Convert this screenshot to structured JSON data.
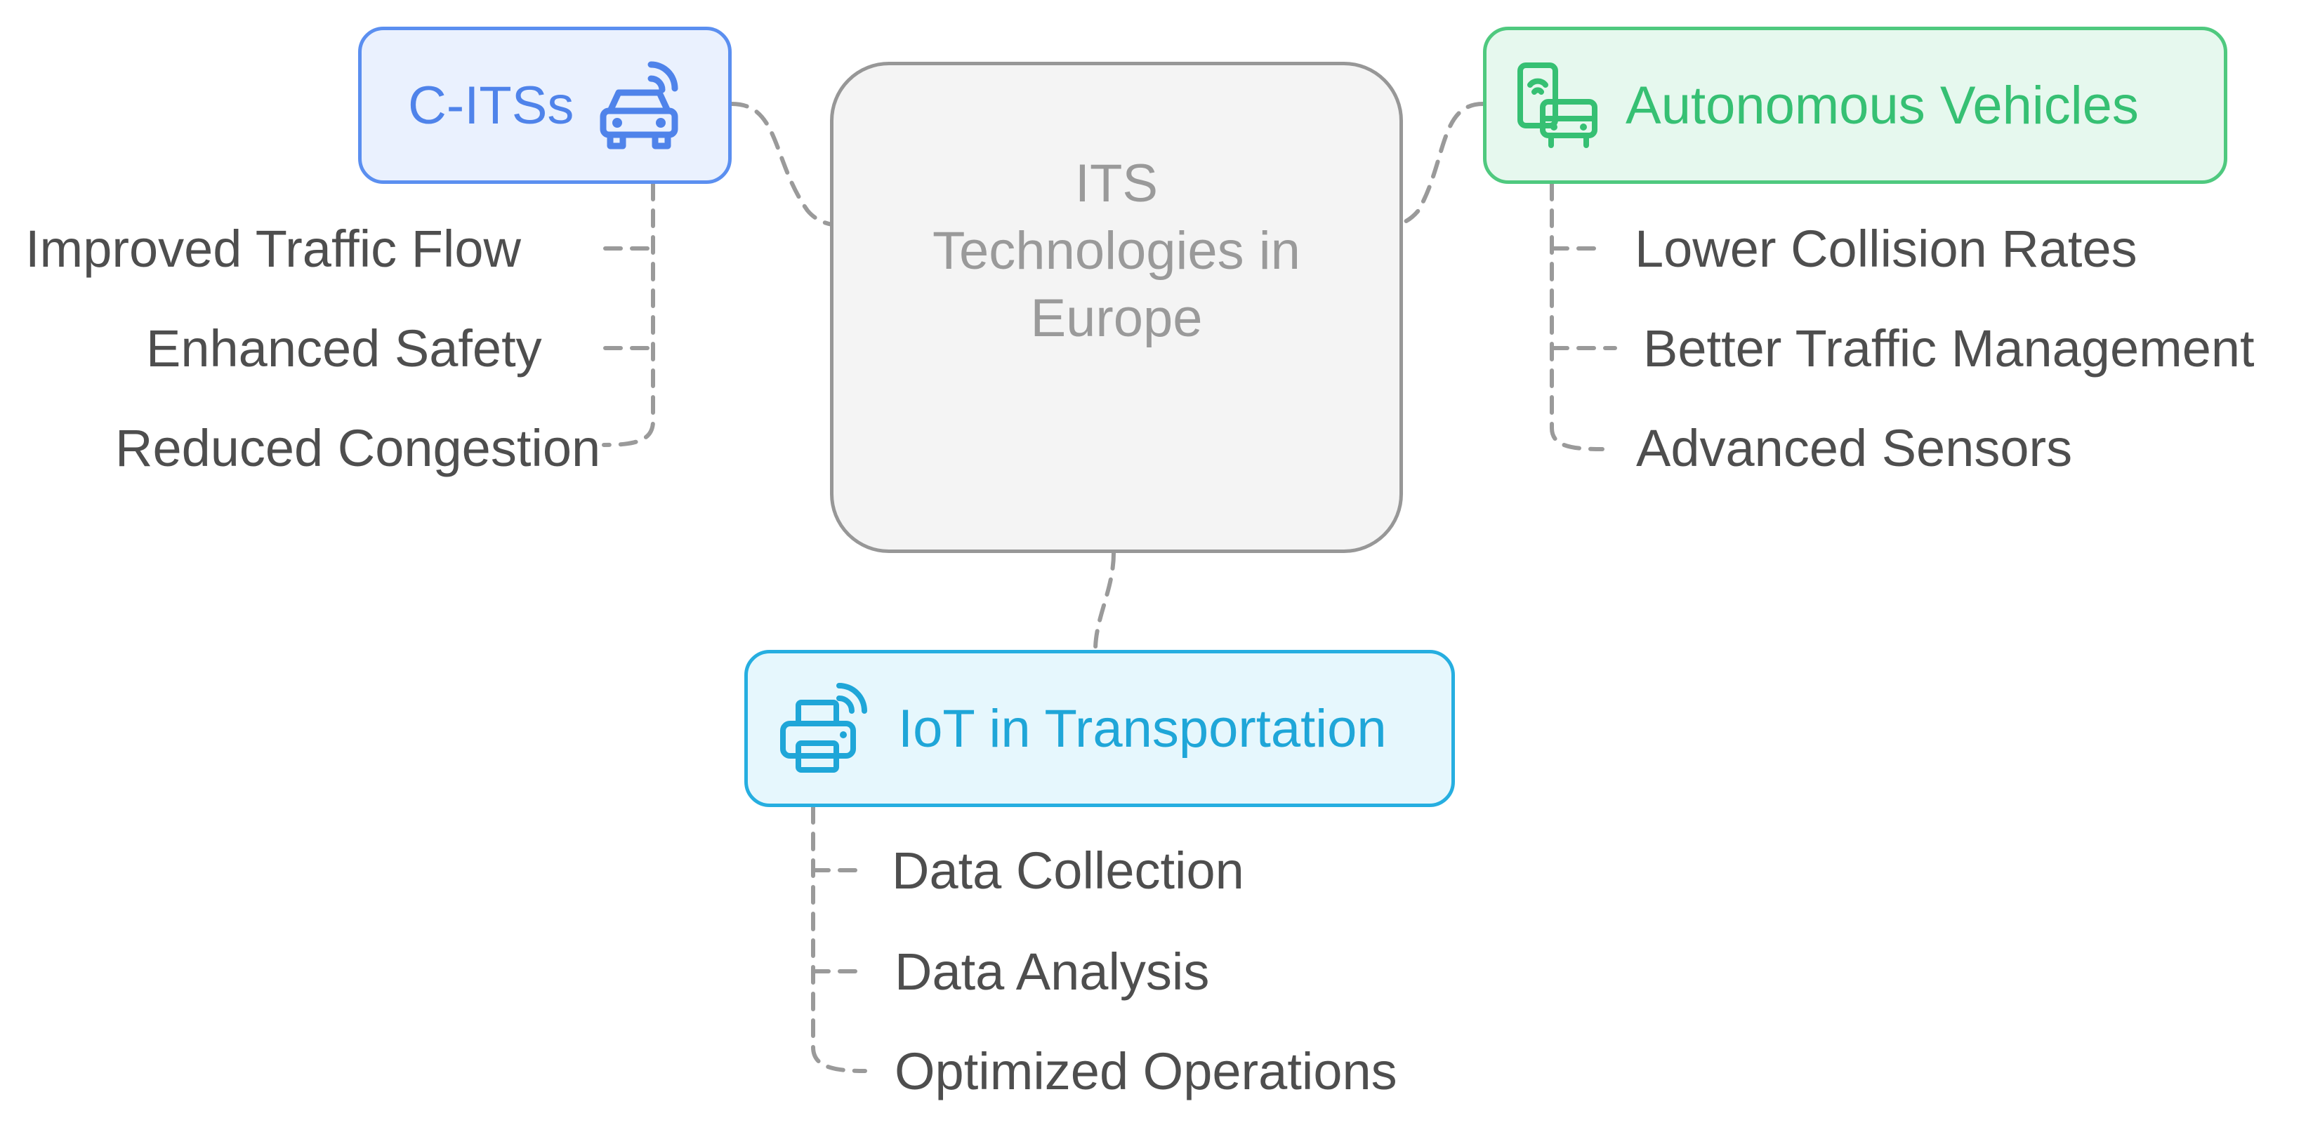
{
  "center": {
    "title": "ITS Technologies in Europe"
  },
  "citss": {
    "label": "C-ITSs",
    "icon": "connected-car-icon",
    "color": "#4f83ea",
    "items": [
      "Improved Traffic Flow",
      "Enhanced Safety",
      "Reduced Congestion"
    ]
  },
  "autonomous": {
    "label": "Autonomous Vehicles",
    "icon": "phone-bus-icon",
    "color": "#36c073",
    "items": [
      "Lower Collision Rates",
      "Better Traffic Management",
      "Advanced Sensors"
    ]
  },
  "iot": {
    "label": "IoT in Transportation",
    "icon": "wireless-printer-icon",
    "color": "#1fa6d8",
    "items": [
      "Data Collection",
      "Data Analysis",
      "Optimized Operations"
    ]
  }
}
